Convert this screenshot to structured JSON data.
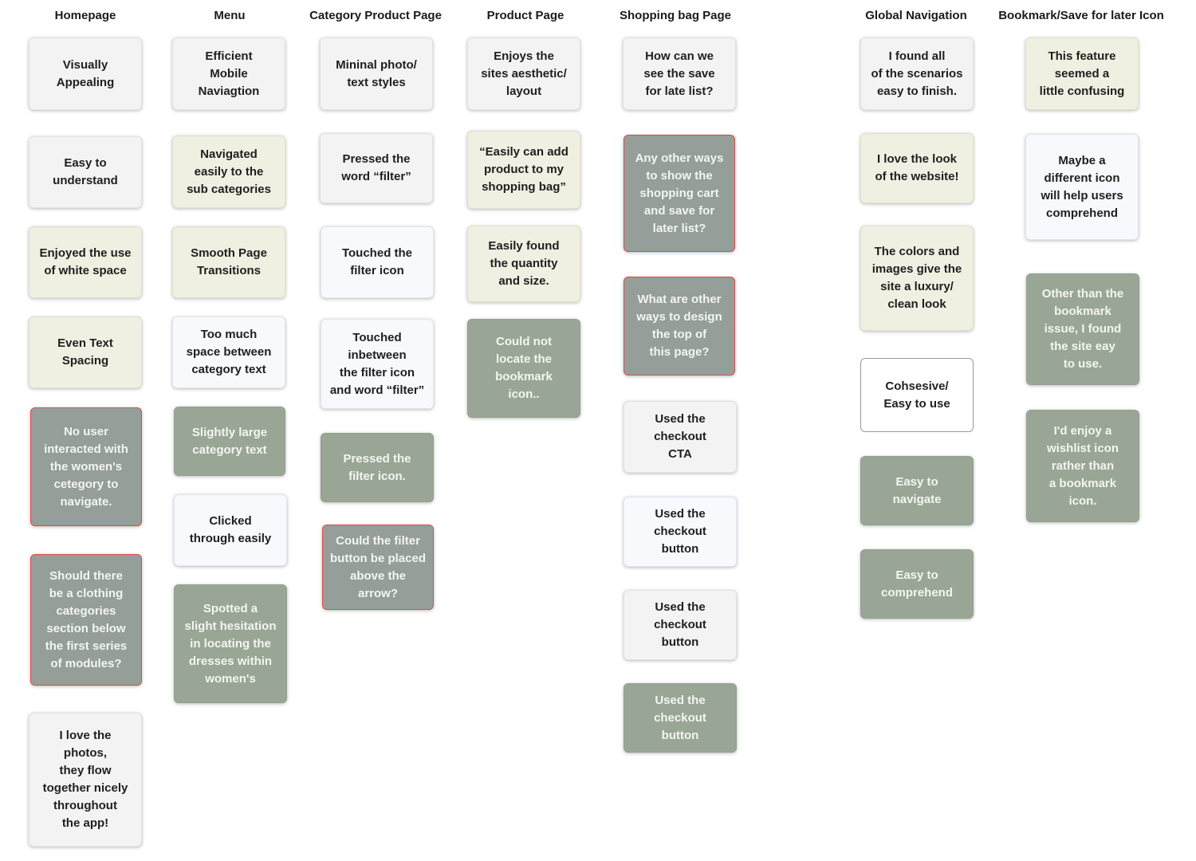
{
  "columns": [
    {
      "title": "Homepage",
      "notes": [
        {
          "text": "Visually\nAppealing",
          "color": "grey"
        },
        {
          "text": "Easy to\nunderstand",
          "color": "grey"
        },
        {
          "text": "Enjoyed the use\nof white space",
          "color": "cream"
        },
        {
          "text": "Even Text\nSpacing",
          "color": "cream"
        },
        {
          "text": "No user\ninteracted with\nthe women's\ncetegory to\nnavigate.",
          "color": "alert"
        },
        {
          "text": "Should there\nbe a clothing\ncategories\nsection below\nthe first series\nof modules?",
          "color": "alert"
        },
        {
          "text": "I love the\nphotos,\nthey flow\ntogether nicely\nthroughout\nthe app!",
          "color": "grey"
        }
      ]
    },
    {
      "title": "Menu",
      "notes": [
        {
          "text": "Efficient\nMobile\nNaviagtion",
          "color": "grey"
        },
        {
          "text": "Navigated\neasily to the\nsub categories",
          "color": "cream"
        },
        {
          "text": "Smooth Page\nTransitions",
          "color": "cream"
        },
        {
          "text": "Too much\nspace between\ncategory text",
          "color": "white"
        },
        {
          "text": "Slightly large\ncategory text",
          "color": "green"
        },
        {
          "text": "Clicked\nthrough easily",
          "color": "white"
        },
        {
          "text": "Spotted a\nslight hesitation\nin locating the\ndresses within\nwomen's",
          "color": "green"
        }
      ]
    },
    {
      "title": "Category Product Page",
      "notes": [
        {
          "text": "Mininal photo/\ntext styles",
          "color": "grey"
        },
        {
          "text": "Pressed the\nword “filter”",
          "color": "grey"
        },
        {
          "text": "Touched the\nfilter icon",
          "color": "white"
        },
        {
          "text": "Touched\ninbetween\nthe filter icon\nand word “filter”",
          "color": "white"
        },
        {
          "text": "Pressed the\nfilter icon.",
          "color": "green"
        },
        {
          "text": "Could the filter\nbutton be placed\nabove the arrow?",
          "color": "alert"
        }
      ]
    },
    {
      "title": "Product Page",
      "notes": [
        {
          "text": "Enjoys the\nsites aesthetic/\nlayout",
          "color": "grey"
        },
        {
          "text": "“Easily can add\nproduct to my\nshopping bag”",
          "color": "cream"
        },
        {
          "text": "Easily found\nthe quantity\nand size.",
          "color": "cream"
        },
        {
          "text": "Could not\nlocate the\nbookmark\nicon..",
          "color": "green"
        }
      ]
    },
    {
      "title": "Shopping bag Page",
      "notes": [
        {
          "text": "How can we\nsee the save\nfor late list?",
          "color": "grey"
        },
        {
          "text": "Any other ways\nto show the\nshopping cart\nand save for\nlater list?",
          "color": "alert"
        },
        {
          "text": "What are other\nways to design\nthe top of\nthis page?",
          "color": "alert"
        },
        {
          "text": "Used the\ncheckout\nCTA",
          "color": "grey"
        },
        {
          "text": "Used the\ncheckout\nbutton",
          "color": "white"
        },
        {
          "text": "Used the\ncheckout\nbutton",
          "color": "grey"
        },
        {
          "text": "Used the\ncheckout\nbutton",
          "color": "green"
        }
      ]
    },
    {
      "title": "Global Navigation",
      "notes": [
        {
          "text": "I found all\nof the scenarios\neasy to finish.",
          "color": "grey"
        },
        {
          "text": "I love the look\nof the website!",
          "color": "cream"
        },
        {
          "text": "The colors and\nimages give the\nsite a luxury/\nclean look",
          "color": "cream"
        },
        {
          "text": "Cohsesive/\nEasy to use",
          "color": "outline"
        },
        {
          "text": "Easy to\nnavigate",
          "color": "green"
        },
        {
          "text": "Easy to\ncomprehend",
          "color": "green"
        }
      ]
    },
    {
      "title": "Bookmark/Save for later Icon",
      "notes": [
        {
          "text": "This feature\nseemed a\nlittle confusing",
          "color": "cream"
        },
        {
          "text": "Maybe a\ndifferent icon\nwill help users\ncomprehend",
          "color": "white"
        },
        {
          "text": "Other than the\nbookmark\nissue, I found\nthe site eay\nto use.",
          "color": "green"
        },
        {
          "text": "I'd enjoy a\nwishlist icon\nrather than\na bookmark\nicon.",
          "color": "green"
        }
      ]
    }
  ]
}
